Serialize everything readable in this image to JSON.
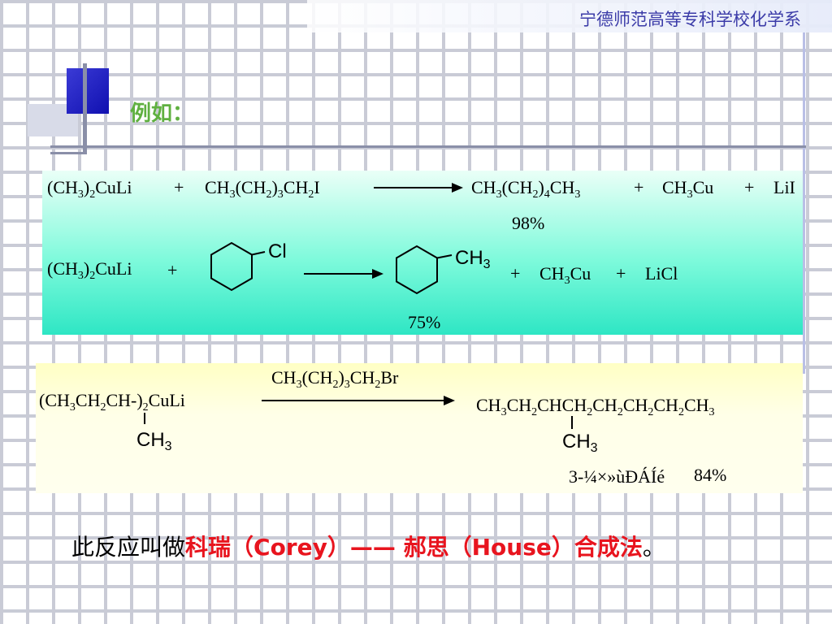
{
  "header": {
    "institution": "宁德师范高等专科学校化学系"
  },
  "title": {
    "example_label": "例如："
  },
  "reaction1": {
    "plus": "+",
    "yield": "98%"
  },
  "reaction2": {
    "reagent_cl": "Cl",
    "product_ch3": "CH3",
    "plus": "+",
    "yield": "75%"
  },
  "reaction3": {
    "garbled_name": "3-¼×»ùÐÁÍé",
    "yield": "84%"
  },
  "conclusion": {
    "prefix": "此反应叫做",
    "highlight": "科瑞（Corey）—— 郝思（House）合成法",
    "suffix": "。"
  },
  "colors": {
    "panel1": "#2ee6c4",
    "panel2": "#ffffe8",
    "highlight": "#e8141e",
    "label_green": "#5fb040",
    "header_blue": "#3b3ba8"
  }
}
